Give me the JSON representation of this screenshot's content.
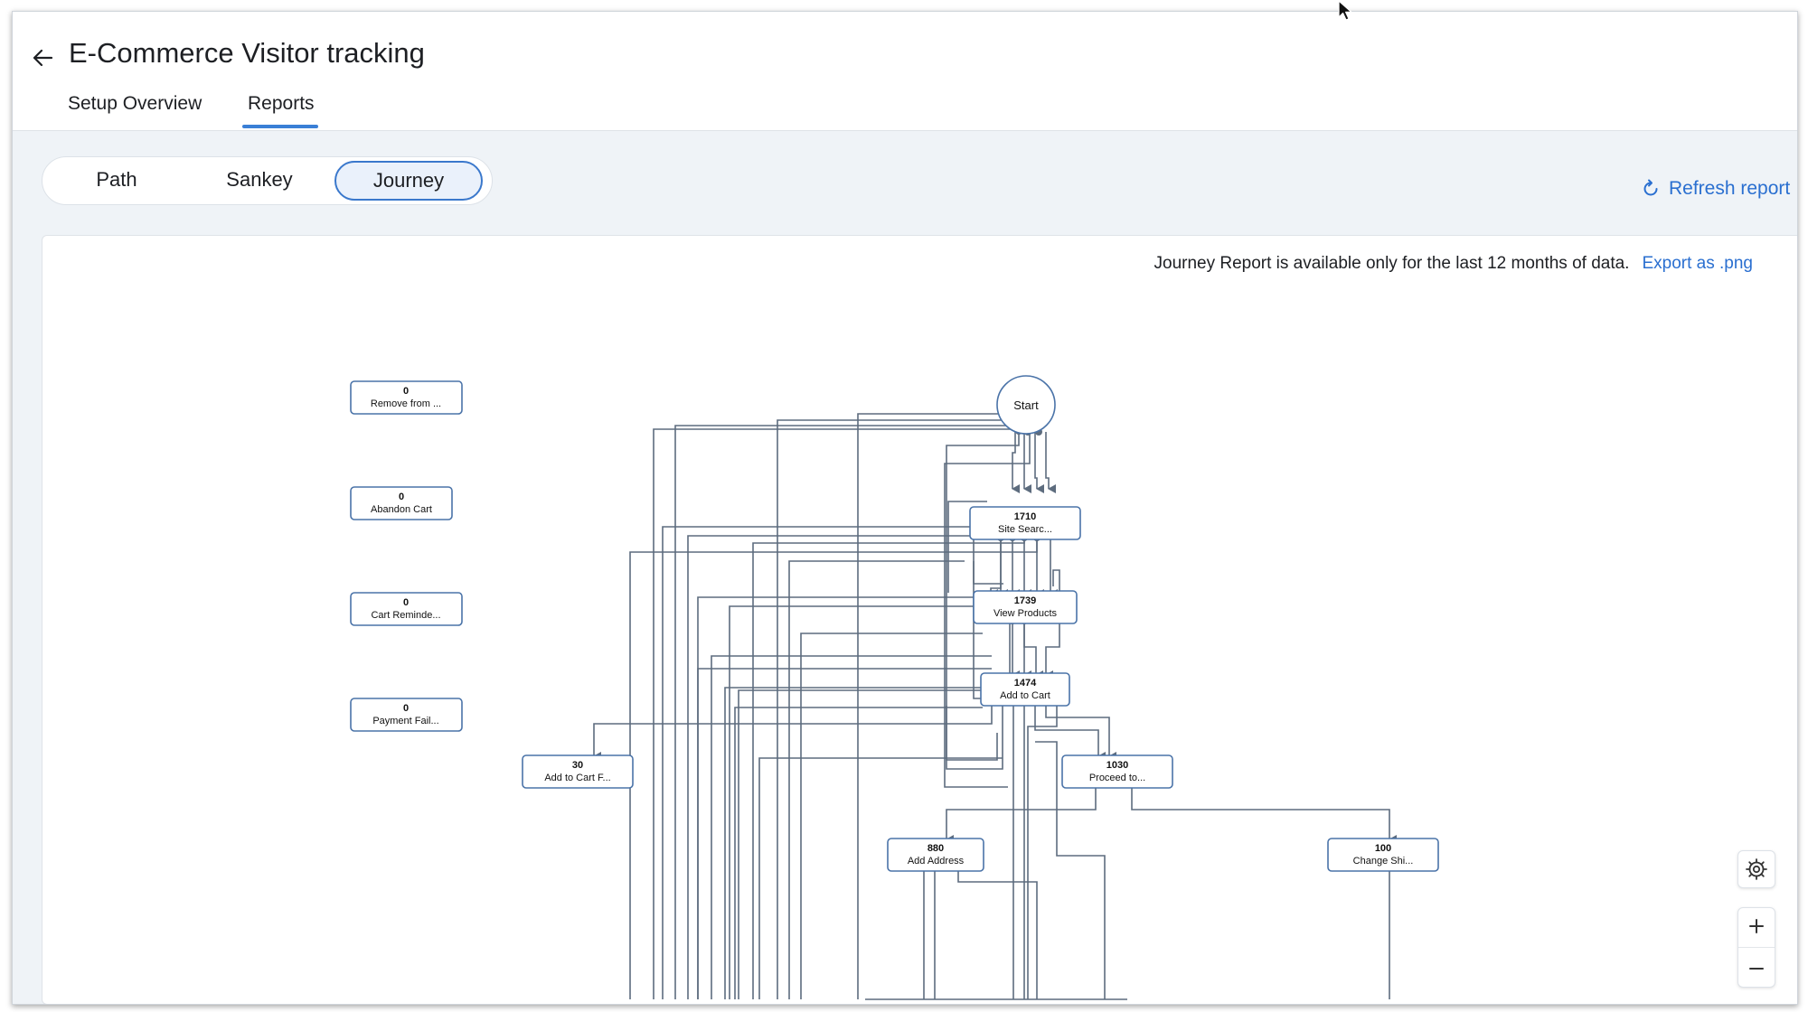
{
  "header": {
    "title": "E-Commerce Visitor tracking",
    "tabs": [
      {
        "label": "Setup Overview",
        "active": false
      },
      {
        "label": "Reports",
        "active": true
      }
    ]
  },
  "report_types": [
    {
      "label": "Path",
      "active": false
    },
    {
      "label": "Sankey",
      "active": false
    },
    {
      "label": "Journey",
      "active": true
    }
  ],
  "refresh_label": "Refresh report",
  "notice": "Journey Report is available only for the last 12 months of data.",
  "export_label": "Export as .png",
  "journey": {
    "start_label": "Start",
    "nodes": [
      {
        "id": "remove",
        "count": "0",
        "label": "Remove from ..."
      },
      {
        "id": "abandon",
        "count": "0",
        "label": "Abandon Cart"
      },
      {
        "id": "reminder",
        "count": "0",
        "label": "Cart Reminde..."
      },
      {
        "id": "payfail",
        "count": "0",
        "label": "Payment Fail..."
      },
      {
        "id": "search",
        "count": "1710",
        "label": "Site Searc..."
      },
      {
        "id": "view",
        "count": "1739",
        "label": "View Products"
      },
      {
        "id": "cart",
        "count": "1474",
        "label": "Add to Cart"
      },
      {
        "id": "cartf",
        "count": "30",
        "label": "Add to Cart F..."
      },
      {
        "id": "proceed",
        "count": "1030",
        "label": "Proceed to..."
      },
      {
        "id": "address",
        "count": "880",
        "label": "Add Address"
      },
      {
        "id": "shipping",
        "count": "100",
        "label": "Change Shi..."
      }
    ]
  },
  "colors": {
    "accent": "#2a6fd0",
    "node_border": "#4a73a8",
    "edge": "#5d6c7e",
    "content_bg": "#eff3f7"
  },
  "icons": [
    "back-arrow-icon",
    "refresh-icon",
    "settings-icon",
    "zoom-in-icon",
    "zoom-out-icon",
    "mouse-cursor-icon"
  ]
}
